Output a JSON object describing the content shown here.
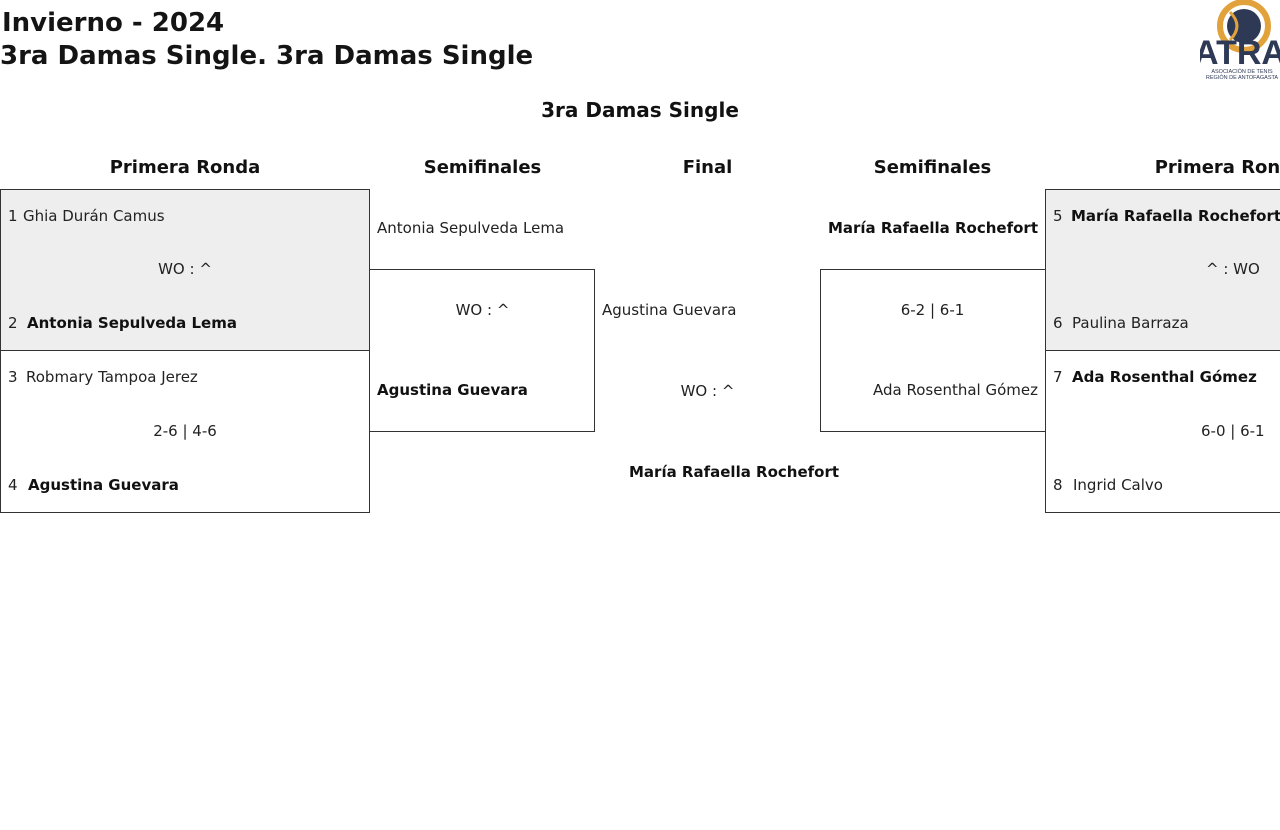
{
  "header": {
    "title": "Invierno - 2024",
    "subtitle": "3ra Damas Single. 3ra Damas Single",
    "logo_text": "ATRA",
    "logo_caption_1": "ASOCIACIÓN DE TENIS",
    "logo_caption_2": "REGIÓN DE ANTOFAGASTA"
  },
  "draw_title": "3ra Damas Single",
  "rounds": {
    "left_first": "Primera Ronda",
    "left_semi": "Semifinales",
    "final": "Final",
    "right_semi": "Semifinales",
    "right_first": "Primera Ronda"
  },
  "left_first_round": {
    "match1": {
      "p1": {
        "seed": "1",
        "name": "Ghia Durán Camus"
      },
      "score": "WO : ^",
      "p2": {
        "seed": "2",
        "name": "Antonia Sepulveda Lema"
      }
    },
    "match2": {
      "p1": {
        "seed": "3",
        "name": "Robmary Tampoa Jerez"
      },
      "score": "2-6 | 4-6",
      "p2": {
        "seed": "4",
        "name": "Agustina Guevara"
      }
    }
  },
  "left_semi": {
    "p1": "Antonia Sepulveda Lema",
    "score": "WO : ^",
    "p2": "Agustina Guevara"
  },
  "final": {
    "p1": "Agustina Guevara",
    "score": "WO : ^",
    "winner": "María Rafaella Rochefort"
  },
  "right_semi": {
    "p1": "María Rafaella Rochefort",
    "score": "6-2 | 6-1",
    "p2": "Ada Rosenthal Gómez"
  },
  "right_first_round": {
    "match1": {
      "p1": {
        "seed": "5",
        "name": "María Rafaella Rochefort"
      },
      "score": "^ : WO",
      "p2": {
        "seed": "6",
        "name": "Paulina Barraza"
      }
    },
    "match2": {
      "p1": {
        "seed": "7",
        "name": "Ada Rosenthal Gómez"
      },
      "score": "6-0 | 6-1",
      "p2": {
        "seed": "8",
        "name": "Ingrid Calvo"
      }
    }
  },
  "colors": {
    "shaded_box": "#eeeeee",
    "logo_navy": "#2e3a55",
    "logo_gold": "#e2a23b"
  }
}
